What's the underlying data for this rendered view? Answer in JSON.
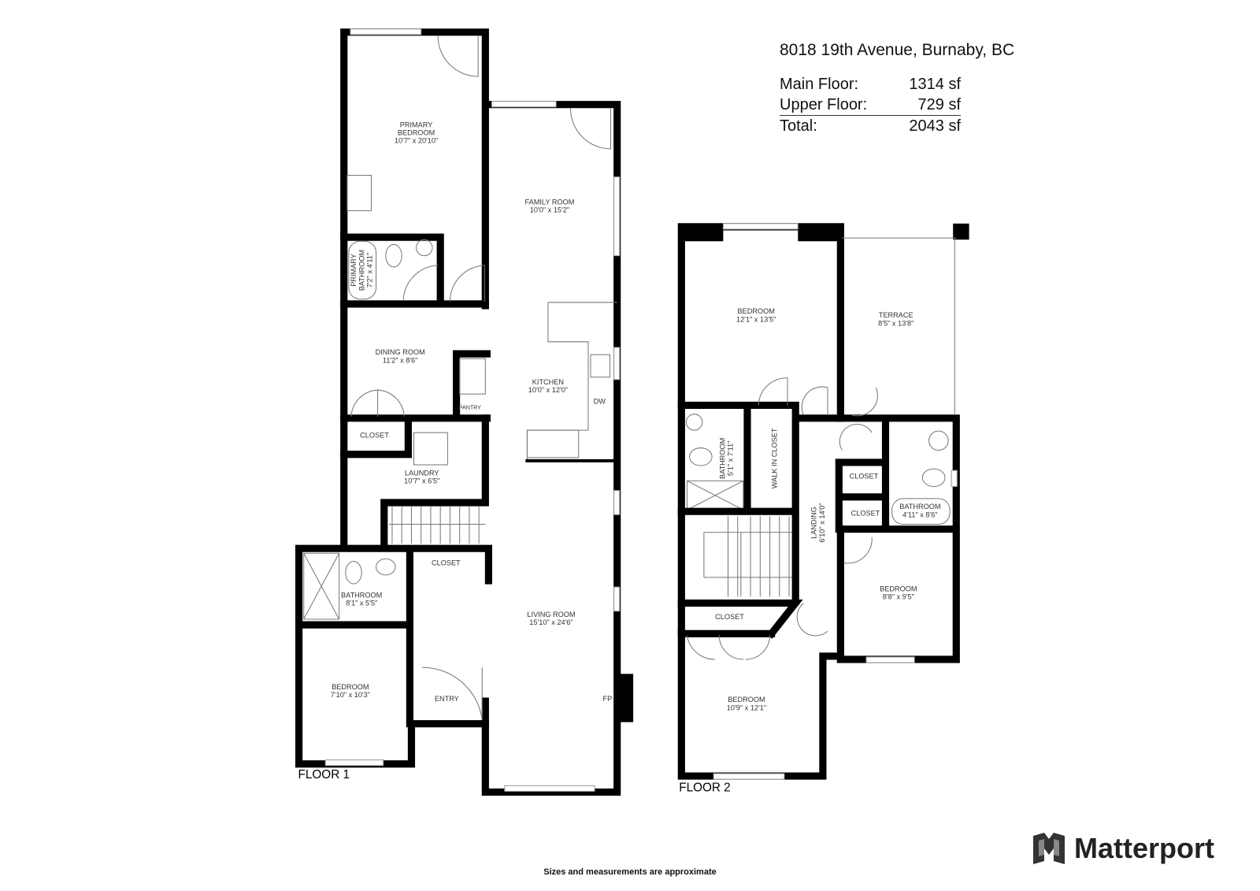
{
  "header": {
    "address": "8018 19th Avenue, Burnaby, BC",
    "areas": [
      {
        "label": "Main Floor:",
        "value": "1314 sf"
      },
      {
        "label": "Upper Floor:",
        "value": "729 sf"
      },
      {
        "label": "Total:",
        "value": "2043 sf"
      }
    ]
  },
  "floor1": {
    "title": "FLOOR 1",
    "rooms": [
      {
        "name": "PRIMARY",
        "name2": "BEDROOM",
        "dims": "10'7\" x 20'10\""
      },
      {
        "name": "FAMILY ROOM",
        "dims": "10'0\" x 15'2\""
      },
      {
        "name": "PRIMARY",
        "name2": "BATHROOM",
        "dims": "7'2\" x 4'11\""
      },
      {
        "name": "DINING ROOM",
        "dims": "11'2\" x 8'6\""
      },
      {
        "name": "KITCHEN",
        "dims": "10'0\" x 12'0\""
      },
      {
        "name": "CLOSET"
      },
      {
        "name": "LAUNDRY",
        "dims": "10'7\" x 6'5\""
      },
      {
        "name": "BATHROOM",
        "dims": "8'1\" x 5'5\""
      },
      {
        "name": "CLOSET"
      },
      {
        "name": "LIVING ROOM",
        "dims": "15'10\" x 24'6\""
      },
      {
        "name": "BEDROOM",
        "dims": "7'10\" x 10'3\""
      },
      {
        "name": "ENTRY"
      }
    ],
    "fixtures": {
      "pantry": "PANTRY",
      "dw": "DW",
      "fp": "FP"
    }
  },
  "floor2": {
    "title": "FLOOR 2",
    "rooms": [
      {
        "name": "BEDROOM",
        "dims": "12'1\" x 13'5\""
      },
      {
        "name": "TERRACE",
        "dims": "8'5\" x 13'8\""
      },
      {
        "name": "BATHROOM",
        "dims": "5'1\" x 7'11\""
      },
      {
        "name": "WALK IN CLOSET"
      },
      {
        "name": "LANDING",
        "dims": "6'10\" x 14'0\""
      },
      {
        "name": "CLOSET"
      },
      {
        "name": "CLOSET"
      },
      {
        "name": "BATHROOM",
        "dims": "4'11\" x 8'6\""
      },
      {
        "name": "BEDROOM",
        "dims": "8'8\" x 9'5\""
      },
      {
        "name": "CLOSET"
      },
      {
        "name": "BEDROOM",
        "dims": "10'9\" x 12'1\""
      }
    ]
  },
  "footer": {
    "note": "Sizes and measurements are approximate",
    "brand": "Matterport",
    "brand_icon": "matterport-logo-icon"
  }
}
